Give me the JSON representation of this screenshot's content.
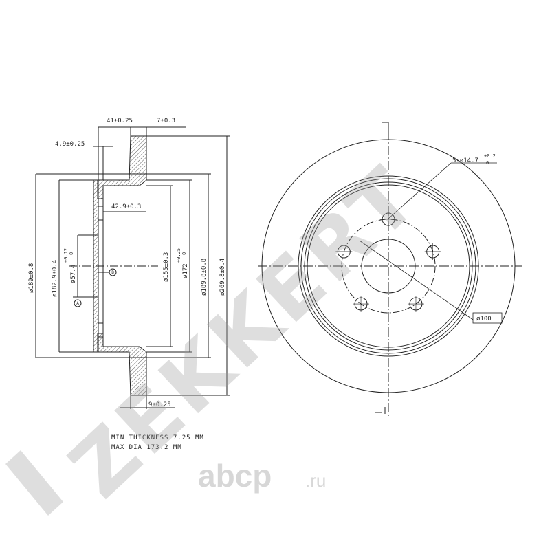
{
  "side_view": {
    "dims": {
      "d_outer_hub": "41±0.25",
      "d_rotor_width": "7±0.3",
      "d_flange": "4.9±0.25",
      "d_depth": "42.9±0.3",
      "d_189": "ø189±0.8",
      "d_182": "ø182.9±0.4",
      "d_57": "ø57.4",
      "d_57_tol": "+0.12",
      "d_57_tol0": "0",
      "d_155": "ø155±0.3",
      "d_172": "ø172",
      "d_172_tol": "+0.25",
      "d_172_tol0": "0",
      "d_189_8": "ø189.8±0.8",
      "d_269": "ø269.8±0.4",
      "d_thickness": "9±0.25"
    },
    "markers": {
      "a": "A",
      "b": "B"
    }
  },
  "front_view": {
    "holes": "5-ø14.7",
    "holes_tol": "+0.2",
    "holes_tol0": "0",
    "pcd": "ø100"
  },
  "notes": {
    "min_thickness": "MIN THICKNESS 7.25 MM",
    "max_dia": "MAX DIA 173.2 MM"
  },
  "watermarks": {
    "brand": "ZEKKERT",
    "site_main": "abcp",
    "site_tld": ".ru"
  }
}
